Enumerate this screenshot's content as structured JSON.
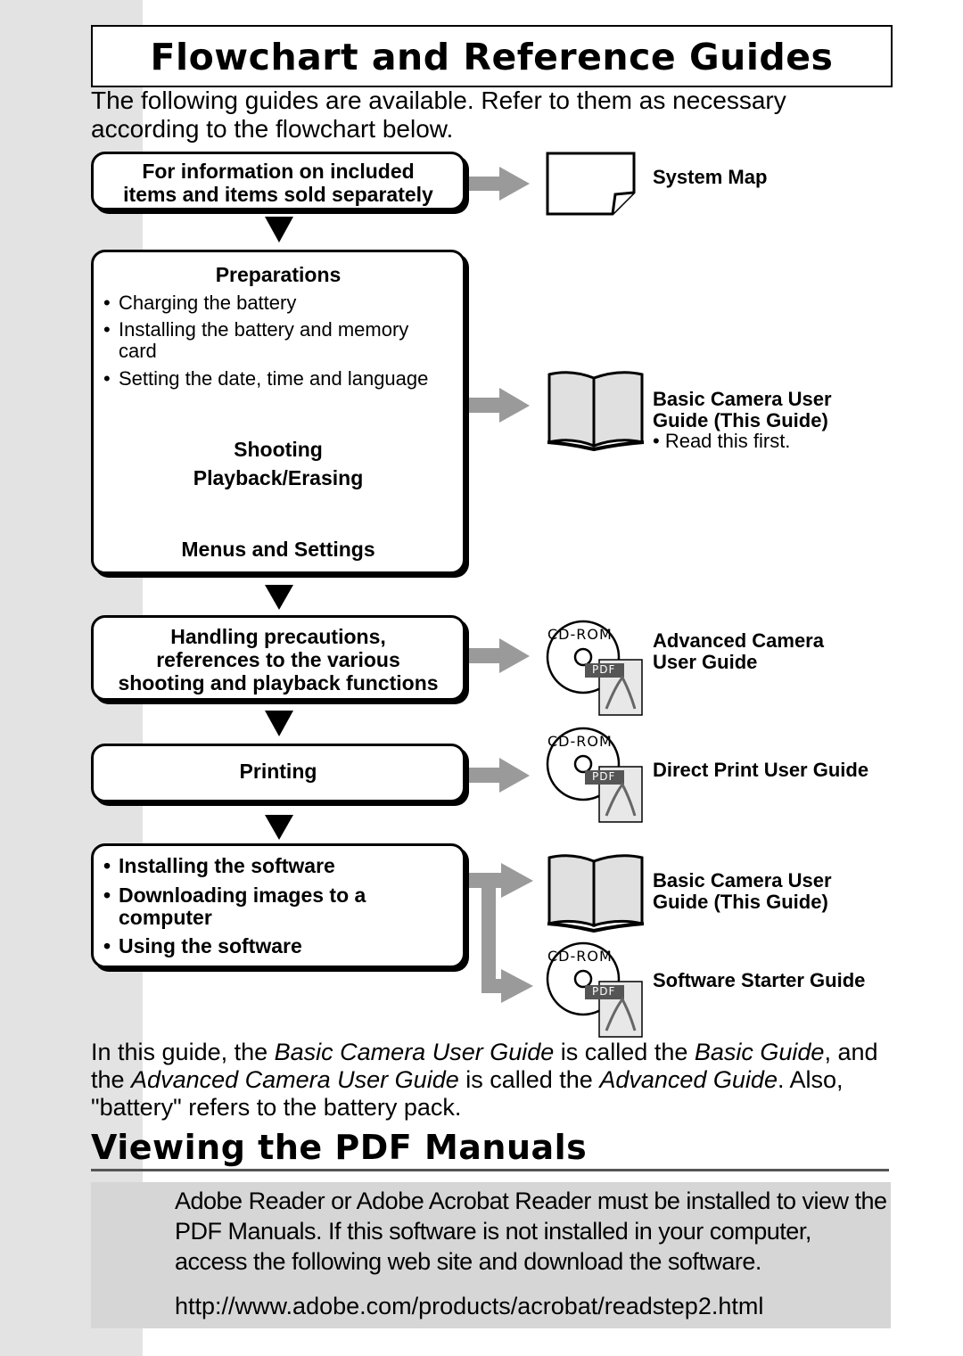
{
  "title": "Flowchart and Reference Guides",
  "intro": "The following guides are available. Refer to them as necessary according to the flowchart below.",
  "flow": {
    "box1": {
      "line1": "For information on included",
      "line2": "items and items sold separately"
    },
    "box2": {
      "heading": "Preparations",
      "bullets": [
        "Charging the battery",
        "Installing the battery and memory",
        "card",
        "Setting the date, time and language"
      ],
      "shooting": "Shooting",
      "playback": "Playback/Erasing",
      "menus": "Menus and Settings"
    },
    "box3": {
      "line1": "Handling precautions,",
      "line2": "references to the various",
      "line3": "shooting and playback functions"
    },
    "box4": {
      "label": "Printing"
    },
    "box5": {
      "bullets": [
        "Installing the software",
        "Downloading images to a",
        "computer",
        "Using the software"
      ]
    }
  },
  "guides": {
    "system_map": "System Map",
    "basic1_line1": "Basic Camera User",
    "basic1_line2": "Guide (This Guide)",
    "basic1_note": "• Read this first.",
    "advanced_line1": "Advanced Camera",
    "advanced_line2": "User Guide",
    "direct_print": "Direct Print User Guide",
    "basic2_line1": "Basic Camera User",
    "basic2_line2": "Guide (This Guide)",
    "software": "Software Starter Guide",
    "cdrom_label": "CD-ROM",
    "pdf_label": "PDF"
  },
  "bullet_char": "•",
  "body": {
    "p1": "In this guide, the ",
    "p1_i1": "Basic Camera User Guide",
    "p1_b": " is called the ",
    "p1_i2": "Basic Guide",
    "p1_c": ", and the ",
    "p1_i3": "Advanced Camera User Guide",
    "p1_d": " is called the ",
    "p1_i4": "Advanced Guide",
    "p1_e": ". Also, \"battery\" refers to the battery pack."
  },
  "section2": {
    "heading": "Viewing the PDF Manuals",
    "note": "Adobe Reader or Adobe Acrobat Reader must be installed to view the PDF Manuals. If this software is not installed in your computer, access the following web site and download the software.",
    "url": "http://www.adobe.com/products/acrobat/readstep2.html"
  }
}
